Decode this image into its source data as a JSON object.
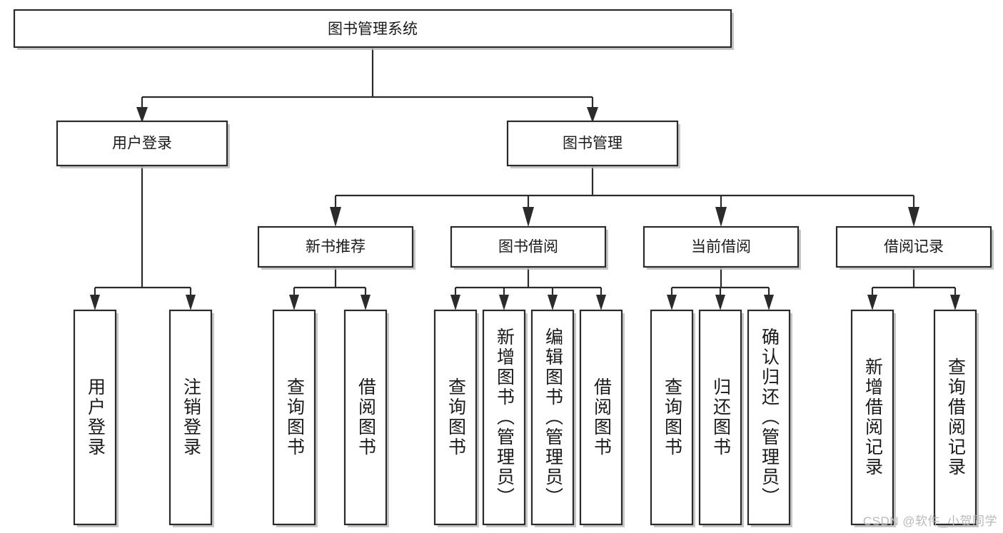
{
  "diagram": {
    "title": "图书管理系统",
    "type": "tree",
    "orientation": "top-down",
    "root": {
      "id": "root",
      "label": "图书管理系统"
    },
    "level2": [
      {
        "id": "user-login",
        "label": "用户登录"
      },
      {
        "id": "book-manage",
        "label": "图书管理"
      }
    ],
    "level3": [
      {
        "id": "new-book-rec",
        "label": "新书推荐",
        "parent": "book-manage"
      },
      {
        "id": "book-borrow",
        "label": "图书借阅",
        "parent": "book-manage"
      },
      {
        "id": "current-borrow",
        "label": "当前借阅",
        "parent": "book-manage"
      },
      {
        "id": "borrow-record",
        "label": "借阅记录",
        "parent": "book-manage"
      }
    ],
    "leaves": [
      {
        "id": "leaf-user-login",
        "label": "用户登录",
        "parent": "user-login"
      },
      {
        "id": "leaf-logout",
        "label": "注销登录",
        "parent": "user-login"
      },
      {
        "id": "leaf-query-book-1",
        "label": "查询图书",
        "parent": "new-book-rec"
      },
      {
        "id": "leaf-borrow-book-1",
        "label": "借阅图书",
        "parent": "new-book-rec"
      },
      {
        "id": "leaf-query-book-2",
        "label": "查询图书",
        "parent": "book-borrow"
      },
      {
        "id": "leaf-add-book",
        "label": "新增图书（管理员）",
        "parent": "book-borrow"
      },
      {
        "id": "leaf-edit-book",
        "label": "编辑图书（管理员）",
        "parent": "book-borrow"
      },
      {
        "id": "leaf-borrow-book-2",
        "label": "借阅图书",
        "parent": "book-borrow"
      },
      {
        "id": "leaf-query-book-3",
        "label": "查询图书",
        "parent": "current-borrow"
      },
      {
        "id": "leaf-return-book",
        "label": "归还图书",
        "parent": "current-borrow"
      },
      {
        "id": "leaf-confirm-return",
        "label": "确认归还（管理员）",
        "parent": "current-borrow"
      },
      {
        "id": "leaf-add-record",
        "label": "新增借阅记录",
        "parent": "borrow-record"
      },
      {
        "id": "leaf-query-record",
        "label": "查询借阅记录",
        "parent": "borrow-record"
      }
    ],
    "colors": {
      "box_stroke": "#2b2b2b",
      "box_fill": "#ffffff",
      "connector": "#2b2b2b",
      "text": "#1a1a1a",
      "shadow": "#bdbdbd",
      "watermark": "#b9b9b9"
    }
  },
  "watermark": {
    "text": "CSDN @软件_小贺同学"
  }
}
